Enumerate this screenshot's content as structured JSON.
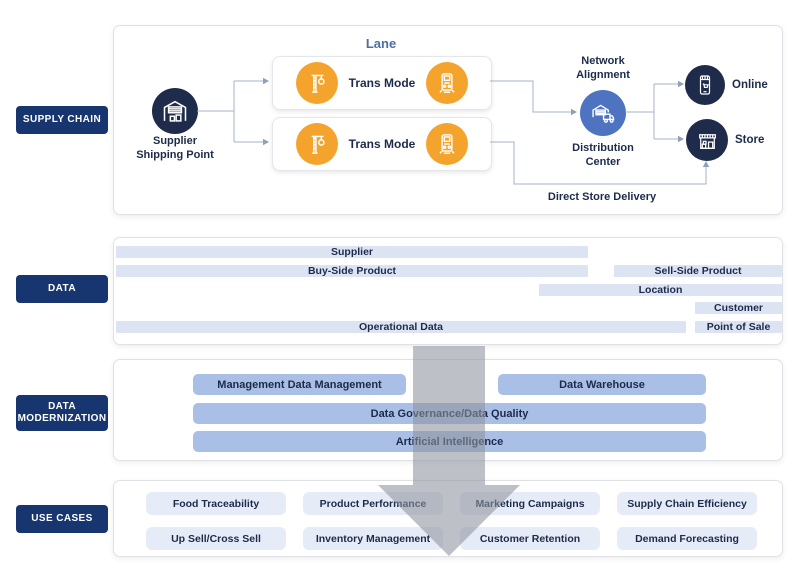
{
  "sections": [
    {
      "label": "SUPPLY CHAIN"
    },
    {
      "label": "DATA"
    },
    {
      "label": "DATA MODERNIZATION"
    },
    {
      "label": "USE CASES"
    }
  ],
  "supply_chain": {
    "lane_title": "Lane",
    "supplier_label": "Supplier\nShipping Point",
    "trans_mode_1_label": "Trans Mode",
    "trans_mode_2_label": "Trans Mode",
    "network_alignment_label": "Network\nAlignment",
    "distribution_center_label": "Distribution\nCenter",
    "online_label": "Online",
    "store_label": "Store",
    "direct_store_delivery_label": "Direct Store Delivery",
    "icons": [
      "warehouse-icon",
      "crane-icon",
      "train-icon",
      "distribution-center-icon",
      "online-shopping-icon",
      "store-icon"
    ]
  },
  "data_layer": {
    "bars": [
      {
        "label": "Supplier"
      },
      {
        "label": "Buy-Side Product"
      },
      {
        "label": "Sell-Side Product"
      },
      {
        "label": "Location"
      },
      {
        "label": "Customer"
      },
      {
        "label": "Operational Data"
      },
      {
        "label": "Point of Sale"
      }
    ]
  },
  "data_modernization": {
    "bars": [
      {
        "label": "Management Data Management"
      },
      {
        "label": "Data Warehouse"
      },
      {
        "label": "Data Governance/Data Quality"
      },
      {
        "label": "Artificial Intelligence"
      }
    ]
  },
  "use_cases": {
    "buttons": [
      {
        "label": "Food Traceability"
      },
      {
        "label": "Product Performance"
      },
      {
        "label": "Marketing Campaigns"
      },
      {
        "label": "Supply Chain Efficiency"
      },
      {
        "label": "Up Sell/Cross Sell"
      },
      {
        "label": "Inventory Management"
      },
      {
        "label": "Customer Retention"
      },
      {
        "label": "Demand Forecasting"
      }
    ]
  },
  "colors": {
    "navy_label": "#17356e",
    "dark_node": "#1e2b4a",
    "orange_node": "#f4a42c",
    "blue_node": "#4d73c1",
    "bar_light": "#dce4f4",
    "bar_medium": "#aabfe5",
    "use_case_button": "#e6ebf8",
    "connector": "#a7b3c6",
    "flow_arrow": "#8d939c"
  }
}
